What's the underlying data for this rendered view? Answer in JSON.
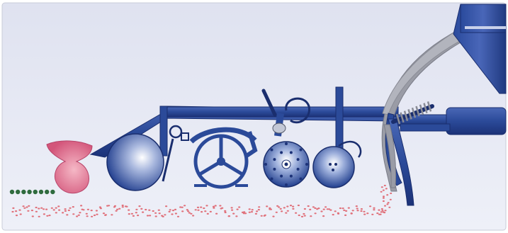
{
  "diagram": {
    "colors": {
      "background_top": "#dfe2f0",
      "background_bottom": "#eef0f8",
      "machine_blue": "#2b4a99",
      "machine_blue_dark": "#1c3278",
      "wheel_highlight": "#ffffff",
      "frame_gray": "#9a9ca6",
      "seed_red": "#e0707a",
      "soil_green": "#2f6b3e",
      "roller_pink": "#d9607a",
      "roller_pink_light": "#f2a3b4"
    },
    "components": [
      {
        "name": "press-roller",
        "shape": "pink-roller"
      },
      {
        "name": "gauge-wheel",
        "shape": "large-disc"
      },
      {
        "name": "spring-tensioner",
        "shape": "spring"
      },
      {
        "name": "closing-wheel-assembly",
        "shape": "spoked-wheel"
      },
      {
        "name": "depth-adjust-handle",
        "shape": "lever"
      },
      {
        "name": "studded-wheel",
        "shape": "studded-disc"
      },
      {
        "name": "small-press-wheel",
        "shape": "dotted-disc"
      },
      {
        "name": "seed-tube",
        "shape": "curved-tube"
      },
      {
        "name": "seed-hopper",
        "shape": "funnel"
      },
      {
        "name": "drawbar-cylinder",
        "shape": "cylinder"
      }
    ]
  }
}
